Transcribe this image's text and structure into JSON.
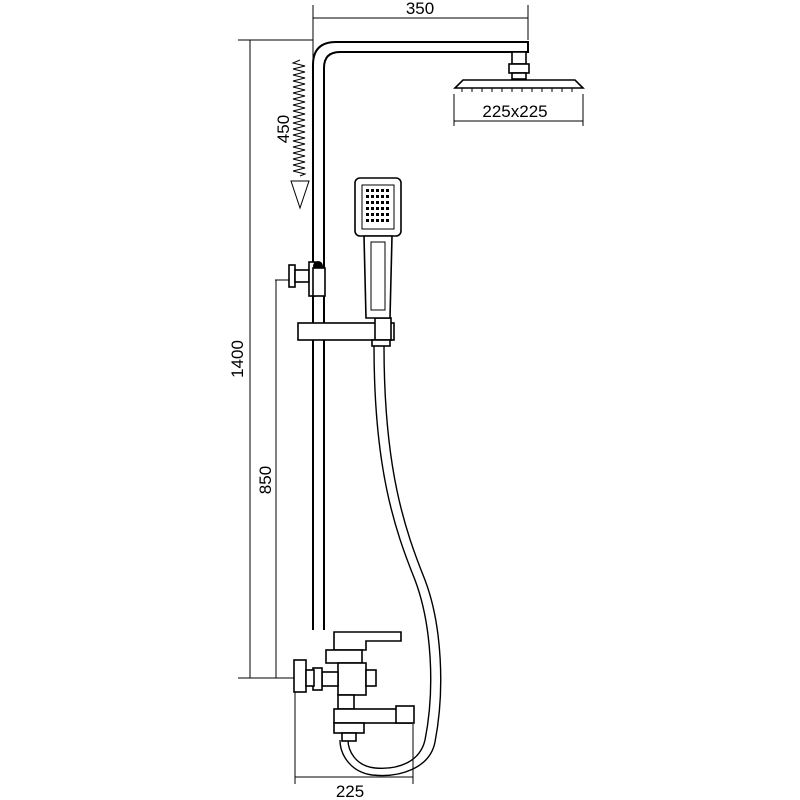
{
  "dimensions": {
    "top_arm_width": "350",
    "head_size": "225x225",
    "adjust_range": "450",
    "total_height": "1400",
    "mixer_height": "850",
    "mixer_width": "225"
  }
}
